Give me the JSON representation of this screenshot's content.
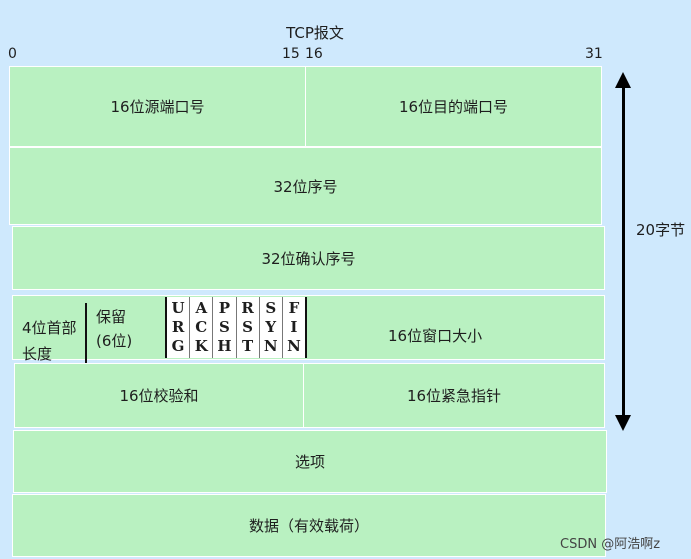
{
  "title": "TCP报文",
  "bit_labels": {
    "b0": "0",
    "b15": "15",
    "b16": "16",
    "b31": "31"
  },
  "rows": {
    "ports": {
      "left": "16位源端口号",
      "right": "16位目的端口号"
    },
    "seq": "32位序号",
    "ack": "32位确认序号",
    "flags_row": {
      "header_length": [
        "4位首部",
        "长度"
      ],
      "reserved": [
        "保留",
        "(6位)"
      ],
      "flags": [
        {
          "letters": [
            "U",
            "R",
            "G"
          ]
        },
        {
          "letters": [
            "A",
            "C",
            "K"
          ]
        },
        {
          "letters": [
            "P",
            "S",
            "H"
          ]
        },
        {
          "letters": [
            "R",
            "S",
            "T"
          ]
        },
        {
          "letters": [
            "S",
            "Y",
            "N"
          ]
        },
        {
          "letters": [
            "F",
            "I",
            "N"
          ]
        }
      ],
      "window": "16位窗口大小"
    },
    "checksum_urgent": {
      "left": "16位校验和",
      "right": "16位紧急指针"
    },
    "options": "选项",
    "data": "数据（有效载荷）"
  },
  "side_label": "20字节",
  "watermark": "CSDN @阿浩啊z",
  "colors": {
    "background": "#cfe9fd",
    "row_fill": "#b9f1c1",
    "flag_box": "#ffffff"
  }
}
